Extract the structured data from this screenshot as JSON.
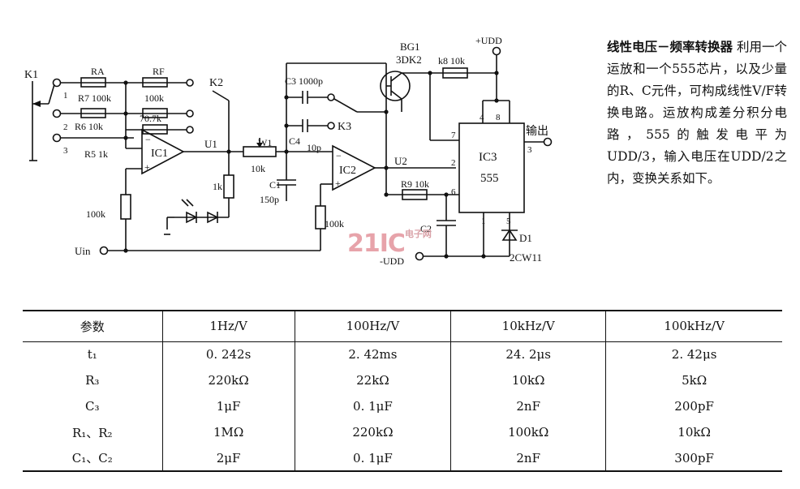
{
  "schematic": {
    "switches": {
      "k1": "K1",
      "k2": "K2",
      "k3": "K3"
    },
    "positions": [
      "1",
      "2",
      "3"
    ],
    "resistors": {
      "ra": "RA",
      "rf": "RF",
      "r7": "R7 100k",
      "r6": "R6  10k",
      "r5": "R5  1k",
      "rf1": "100k",
      "rf2": "70.7k",
      "w1": "W1",
      "w1_val": "10k",
      "r_1k": "1k",
      "r_100k_left": "100k",
      "r_100k_mid": "100k",
      "r8": "k8   10k",
      "r9": "R9  10k"
    },
    "caps": {
      "c3": "C3  1000p",
      "c4": "C4",
      "c4_val": "10p",
      "c1": "C1",
      "c1_val": "150p",
      "c2": "C2"
    },
    "chips": {
      "ic1": "IC1",
      "ic2": "IC2",
      "ic3": "IC3",
      "ic3_sub": "555"
    },
    "transistor": {
      "name": "BG1",
      "model": "3DK2"
    },
    "nodes": {
      "u1": "U1",
      "u2": "U2",
      "vin": "Uin",
      "vdd_pos": "+UDD",
      "vdd_neg": "-UDD"
    },
    "pins": {
      "p4": "4",
      "p8": "8",
      "p7": "7",
      "p2": "2",
      "p6": "6",
      "p1": "1",
      "p5": "5",
      "p3": "3"
    },
    "output": "输出",
    "diode": {
      "name": "D1",
      "model": "2CW11"
    }
  },
  "description": {
    "title": "线性电压－频率转换器",
    "body": "利用一个运放和一个555芯片，以及少量的R、C元件，可构成线性V/F转换电路。运放构成差分积分电路，555的触发电平为UDD/3，输入电压在UDD/2之内，变换关系如下。"
  },
  "watermark": {
    "logo": "21IC",
    "sub": "电子网"
  },
  "table": {
    "headers": [
      "参数",
      "1Hz/V",
      "100Hz/V",
      "10kHz/V",
      "100kHz/V"
    ],
    "rows": [
      [
        "t₁",
        "0. 242s",
        "2. 42ms",
        "24. 2μs",
        "2. 42μs"
      ],
      [
        "R₃",
        "220kΩ",
        "22kΩ",
        "10kΩ",
        "5kΩ"
      ],
      [
        "C₃",
        "1μF",
        "0. 1μF",
        "2nF",
        "200pF"
      ],
      [
        "R₁、R₂",
        "1MΩ",
        "220kΩ",
        "100kΩ",
        "10kΩ"
      ],
      [
        "C₁、C₂",
        "2μF",
        "0. 1μF",
        "2nF",
        "300pF"
      ]
    ]
  }
}
